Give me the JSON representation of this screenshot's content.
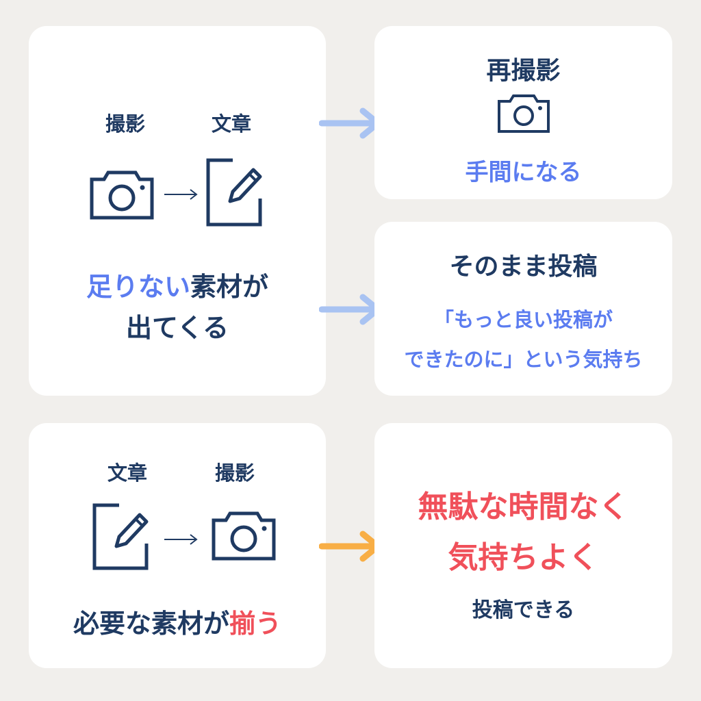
{
  "top_left": {
    "label_photo": "撮影",
    "label_text": "文章",
    "caption_line1_highlight": "足りない",
    "caption_line1_rest": "素材が",
    "caption_line2": "出てくる"
  },
  "retake": {
    "title": "再撮影",
    "note": "手間になる"
  },
  "post_as_is": {
    "title": "そのまま投稿",
    "quote_line1": "「もっと良い投稿が",
    "quote_line2": "できたのに」という気持ち"
  },
  "bottom_left": {
    "label_text": "文章",
    "label_photo": "撮影",
    "caption_main": "必要な素材が",
    "caption_highlight": "揃う"
  },
  "result": {
    "line1": "無駄な時間なく",
    "line2": "気持ちよく",
    "line3": "投稿できる"
  },
  "colors": {
    "navy": "#1f3a62",
    "blue": "#5b7cf0",
    "red": "#f0505a",
    "arrow_blue": "#a9c3f2",
    "arrow_orange": "#f8ae45",
    "background": "#f1efec"
  },
  "icons": [
    "camera-icon",
    "edit-document-icon",
    "arrow-right-icon"
  ]
}
